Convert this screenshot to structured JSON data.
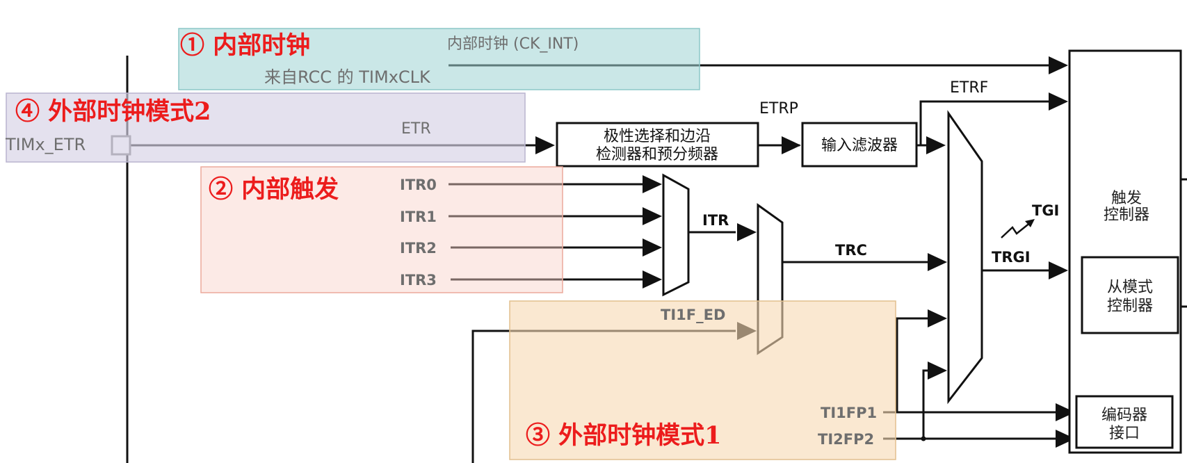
{
  "regions": {
    "internal_clock": {
      "title": "① 内部时钟",
      "color": "#9fd4d4"
    },
    "external_mode2": {
      "title": "④ 外部时钟模式2",
      "color": "#d5d1e5"
    },
    "internal_trigger": {
      "title": "② 内部触发",
      "color": "#f8d0c8"
    },
    "external_mode1": {
      "title": "③ 外部时钟模式1",
      "color": "#f6d9b2"
    }
  },
  "signals": {
    "ck_int": "内部时钟 (CK_INT)",
    "rcc_source": "来自RCC 的 TIMxCLK",
    "timx_etr": "TIMx_ETR",
    "etr": "ETR",
    "etrp": "ETRP",
    "etrf": "ETRF",
    "itr0": "ITR0",
    "itr1": "ITR1",
    "itr2": "ITR2",
    "itr3": "ITR3",
    "itr": "ITR",
    "trc": "TRC",
    "tgi": "TGI",
    "trgi": "TRGI",
    "ti1f_ed": "TI1F_ED",
    "ti1fp1": "TI1FP1",
    "ti2fp2": "TI2FP2"
  },
  "blocks": {
    "polarity": {
      "line1": "极性选择和边沿",
      "line2": "检测器和预分频器"
    },
    "filter": "输入滤波器",
    "trigger_ctrl": {
      "line1": "触发",
      "line2": "控制器"
    },
    "slave_ctrl": {
      "line1": "从模式",
      "line2": "控制器"
    },
    "encoder": {
      "line1": "编码器",
      "line2": "接口"
    }
  }
}
